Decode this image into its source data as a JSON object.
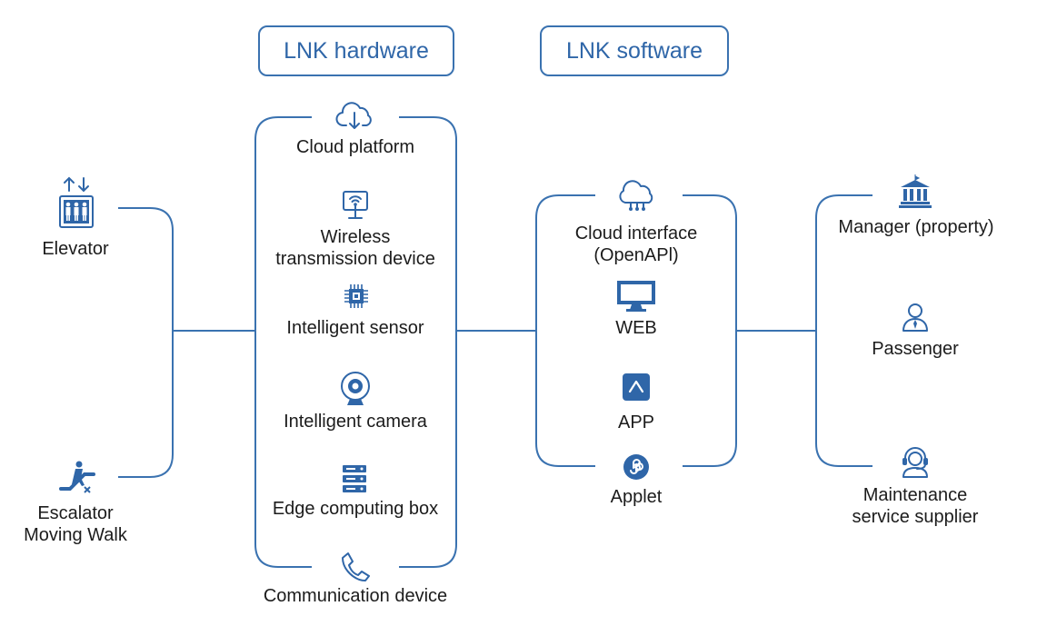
{
  "headers": {
    "hardware": "LNK hardware",
    "software": "LNK software"
  },
  "sources": {
    "elevator": "Elevator",
    "escalator": "Escalator\nMoving Walk"
  },
  "hardware": {
    "cloud_platform": "Cloud platform",
    "wireless": "Wireless\ntransmission device",
    "sensor": "Intelligent sensor",
    "camera": "Intelligent camera",
    "edge_box": "Edge computing box",
    "communication": "Communication device"
  },
  "software": {
    "cloud_interface": "Cloud interface\n(OpenAPl)",
    "web": "WEB",
    "app": "APP",
    "applet": "Applet"
  },
  "users": {
    "manager": "Manager (property)",
    "passenger": "Passenger",
    "maintenance": "Maintenance\nservice supplier"
  },
  "colors": {
    "primary": "#2f66a8",
    "line": "#3a72b0"
  }
}
